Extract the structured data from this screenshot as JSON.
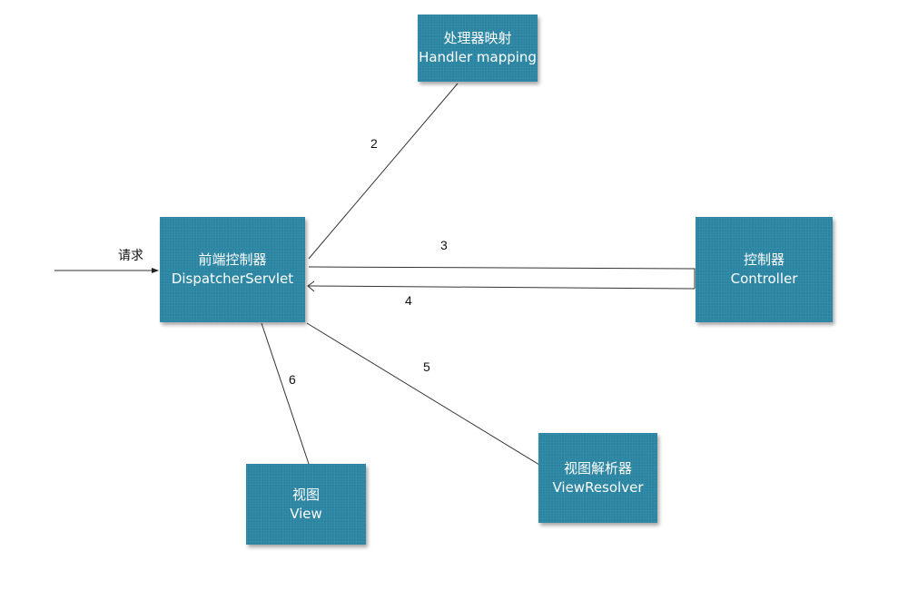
{
  "nodes": {
    "handler_mapping": {
      "title_zh": "处理器映射",
      "title_en": "Handler mapping"
    },
    "dispatcher": {
      "title_zh": "前端控制器",
      "title_en": "DispatcherServlet"
    },
    "controller": {
      "title_zh": "控制器",
      "title_en": "Controller"
    },
    "view_resolver": {
      "title_zh": "视图解析器",
      "title_en": "ViewResolver"
    },
    "view": {
      "title_zh": "视图",
      "title_en": "View"
    }
  },
  "edges": {
    "request_label": "请求",
    "step2": "2",
    "step3": "3",
    "step4": "4",
    "step5": "5",
    "step6": "6"
  },
  "colors": {
    "node_fill": "#2b86a4",
    "line": "#333333"
  }
}
